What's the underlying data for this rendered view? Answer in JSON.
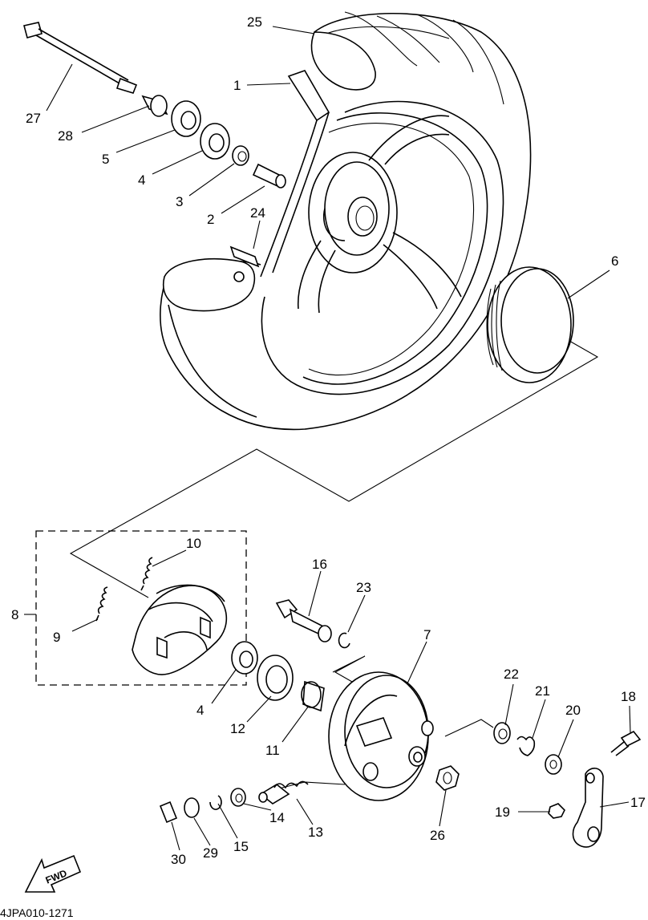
{
  "callouts": {
    "c1": "1",
    "c2": "2",
    "c3": "3",
    "c4a": "4",
    "c4b": "4",
    "c5": "5",
    "c6": "6",
    "c7": "7",
    "c8": "8",
    "c9": "9",
    "c10": "10",
    "c11": "11",
    "c12": "12",
    "c13": "13",
    "c14": "14",
    "c15": "15",
    "c16": "16",
    "c17": "17",
    "c18": "18",
    "c19": "19",
    "c20": "20",
    "c21": "21",
    "c22": "22",
    "c23": "23",
    "c24": "24",
    "c25": "25",
    "c26": "26",
    "c27": "27",
    "c28": "28",
    "c29": "29",
    "c30": "30"
  },
  "fwd_label": "FWD",
  "diagram_code": "4JPA010-1271"
}
